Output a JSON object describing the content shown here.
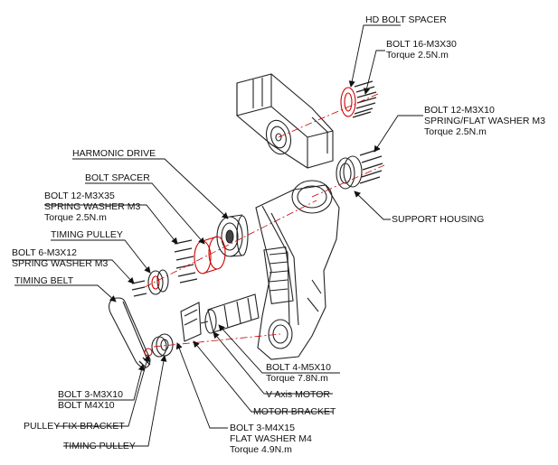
{
  "labels": {
    "hd_bolt_spacer": "HD BOLT SPACER",
    "bolt_16_m3x30": [
      "BOLT 16-M3X30",
      "Torque 2.5N.m"
    ],
    "bolt_12_m3x10": [
      "BOLT 12-M3X10",
      "SPRING/FLAT WASHER M3",
      "Torque 2.5N.m"
    ],
    "harmonic_drive": "HARMONIC DRIVE",
    "bolt_spacer": "BOLT SPACER",
    "bolt_12_m3x35": [
      "BOLT 12-M3X35",
      "SPRING WASHER M3",
      "Torque 2.5N.m"
    ],
    "support_housing": "SUPPORT HOUSING",
    "timing_pulley_top": "TIMING PULLEY",
    "bolt_6_m3x12": [
      "BOLT 6-M3X12",
      "SPRING WASHER M3"
    ],
    "timing_belt": "TIMING BELT",
    "bolt_4_m5x10": [
      "BOLT 4-M5X10",
      "Torque 7.8N.m"
    ],
    "v_axis_motor": "V Axis MOTOR",
    "motor_bracket": "MOTOR BRACKET",
    "bolt_3_m3x10": [
      "BOLT 3-M3X10",
      "BOLT M4X10"
    ],
    "bolt_3_m4x15": [
      "BOLT 3-M4X15",
      "FLAT WASHER M4",
      "Torque 4.9N.m"
    ],
    "pulley_fix_bracket": "PULLEY FIX BRACKET",
    "timing_pulley_bottom": "TIMING PULLEY"
  }
}
